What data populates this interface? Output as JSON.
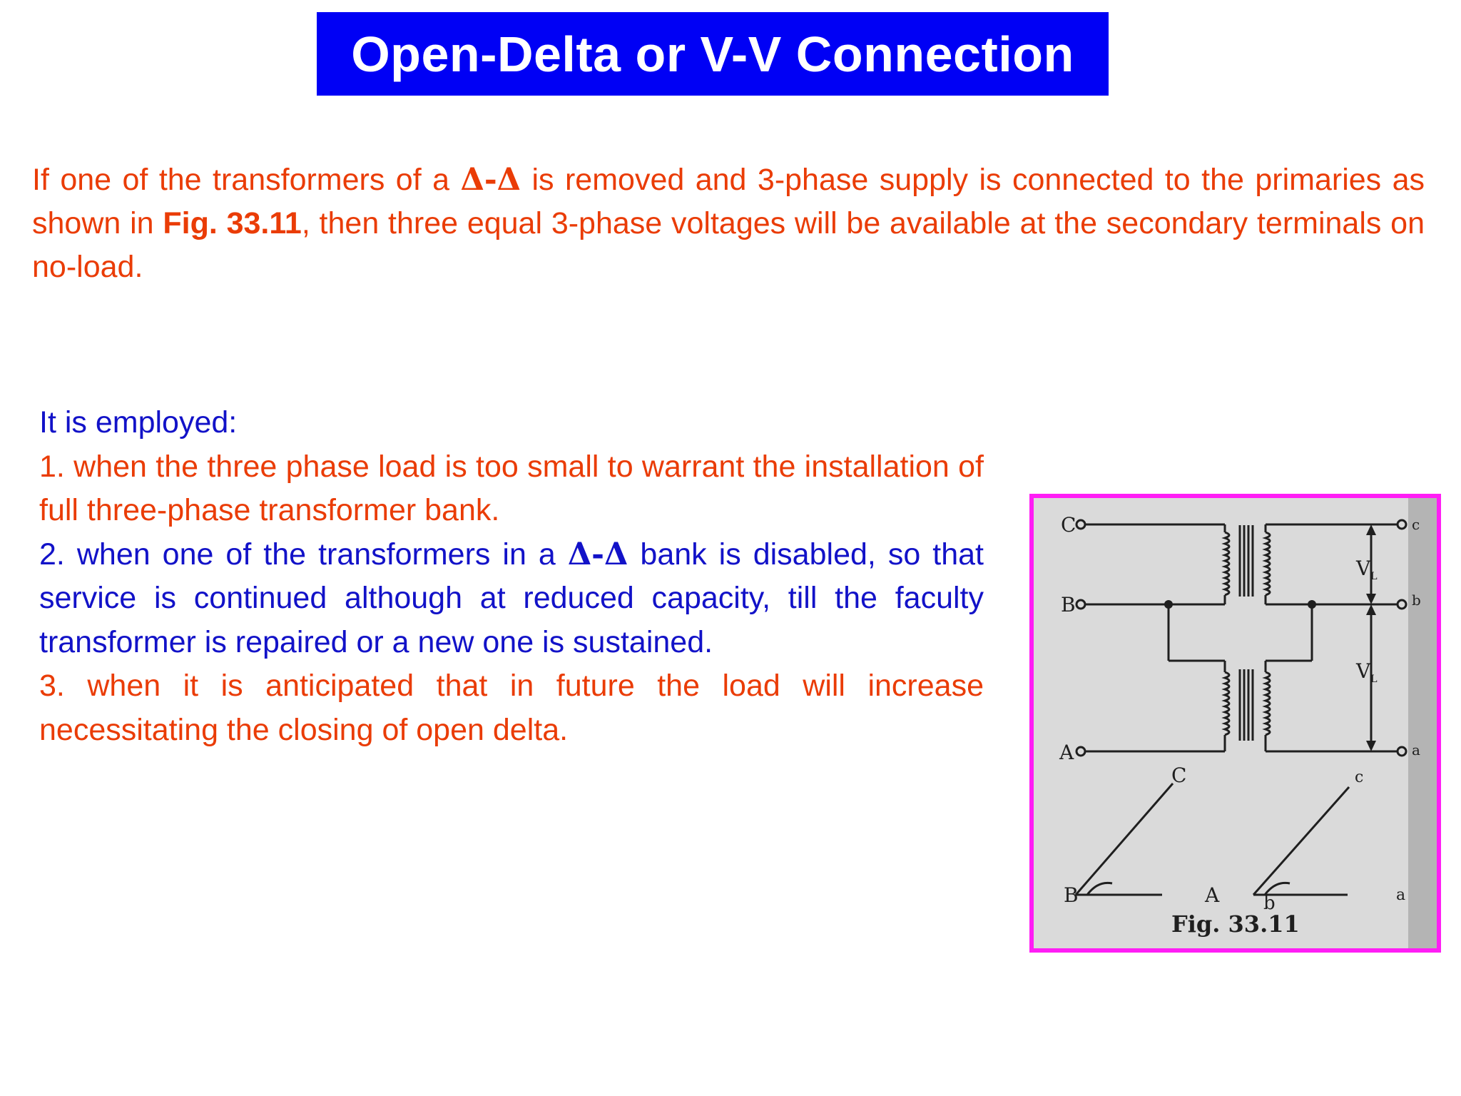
{
  "title": "Open-Delta or V-V Connection",
  "intro": {
    "p1": "If one of the transformers of a",
    "delta1": "Δ-Δ",
    "p2": "is removed and 3-phase supply is connected to the primaries as shown in",
    "figref": "Fig. 33.11",
    "p3": ", then three equal 3-phase voltages will be available at the secondary terminals on no-load."
  },
  "uses": {
    "heading": "It is employed:",
    "item1": "1. when the three phase load is too small to warrant the installation of full three-phase transformer bank.",
    "item2_a": "2. when one of the transformers in a",
    "item2_delta": "Δ-Δ",
    "item2_b": "bank is disabled, so that service is continued although at reduced capacity, till the faculty transformer is repaired or a new one is sustained.",
    "item3": "3. when it is anticipated that in future the load will increase necessitating the closing of open delta."
  },
  "figure": {
    "caption": "Fig. 33.11",
    "primary_terminals": [
      "C",
      "B",
      "A"
    ],
    "secondary_terminals": [
      "c",
      "b",
      "a"
    ],
    "voltage_label": "V",
    "voltage_subscript": "L",
    "phasor_primary": [
      "C",
      "B",
      "A"
    ],
    "phasor_secondary": [
      "c",
      "b",
      "a"
    ]
  },
  "colors": {
    "title_bg": "#0000f5",
    "orange_text": "#ea3c06",
    "blue_text": "#1212c8",
    "frame": "#ff1df5"
  }
}
